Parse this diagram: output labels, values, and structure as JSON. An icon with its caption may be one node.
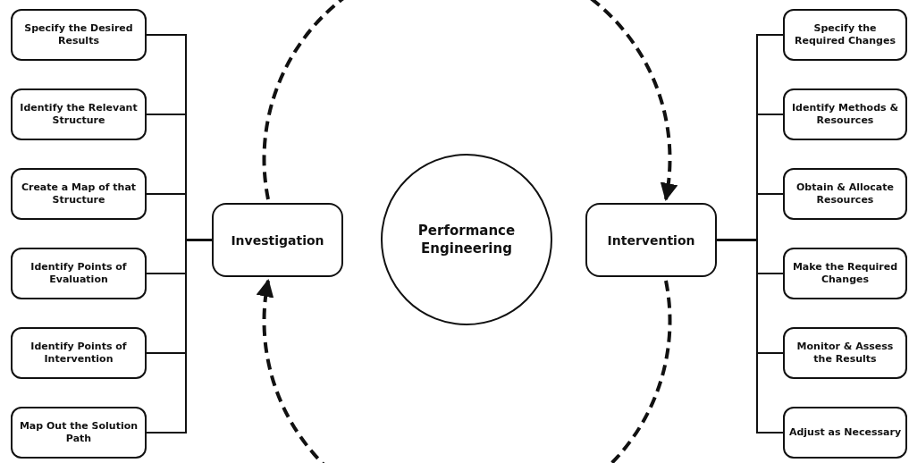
{
  "diagram": {
    "nodes": [
      {
        "text": [
          "Specify the Desired Results"
        ]
      },
      {
        "text": [
          "Identify the Relevant Structure"
        ]
      },
      {
        "text": [
          "Create a Map of that Structure"
        ]
      },
      {
        "text": [
          "Identify Points of Evaluation"
        ]
      },
      {
        "text": [
          "Identify Points of Intervention"
        ]
      },
      {
        "text": [
          "Map Out the Solution Path"
        ]
      },
      {
        "text": [
          "Investigation"
        ]
      },
      {
        "text": [
          "Performance Engineering"
        ]
      },
      {
        "text": [
          "Intervention"
        ]
      },
      {
        "text": [
          "Specify the Required Changes"
        ]
      },
      {
        "text": [
          "Identify Methods & Resources"
        ]
      },
      {
        "text": [
          "Obtain & Allocate Resources"
        ]
      },
      {
        "text": [
          "Make the Required Changes"
        ]
      },
      {
        "text": [
          "Monitor & Assess the Results"
        ]
      },
      {
        "text": [
          "Adjust as Necessary"
        ]
      }
    ],
    "edges": [
      {
        "from": 6,
        "to": 0,
        "arrow": "none"
      },
      {
        "from": 6,
        "to": 1,
        "arrow": "none"
      },
      {
        "from": 6,
        "to": 2,
        "arrow": "none"
      },
      {
        "from": 6,
        "to": 3,
        "arrow": "none"
      },
      {
        "from": 6,
        "to": 4,
        "arrow": "none"
      },
      {
        "from": 6,
        "to": 5,
        "arrow": "none"
      },
      {
        "from": 8,
        "to": 9,
        "arrow": "none"
      },
      {
        "from": 8,
        "to": 10,
        "arrow": "none"
      },
      {
        "from": 8,
        "to": 11,
        "arrow": "none"
      },
      {
        "from": 8,
        "to": 12,
        "arrow": "none"
      },
      {
        "from": 8,
        "to": 13,
        "arrow": "none"
      },
      {
        "from": 8,
        "to": 14,
        "arrow": "none"
      },
      {
        "from": 6,
        "to": 8,
        "arrow": "to",
        "style": "dashed"
      },
      {
        "from": 8,
        "to": 6,
        "arrow": "to",
        "style": "dashed"
      }
    ]
  }
}
